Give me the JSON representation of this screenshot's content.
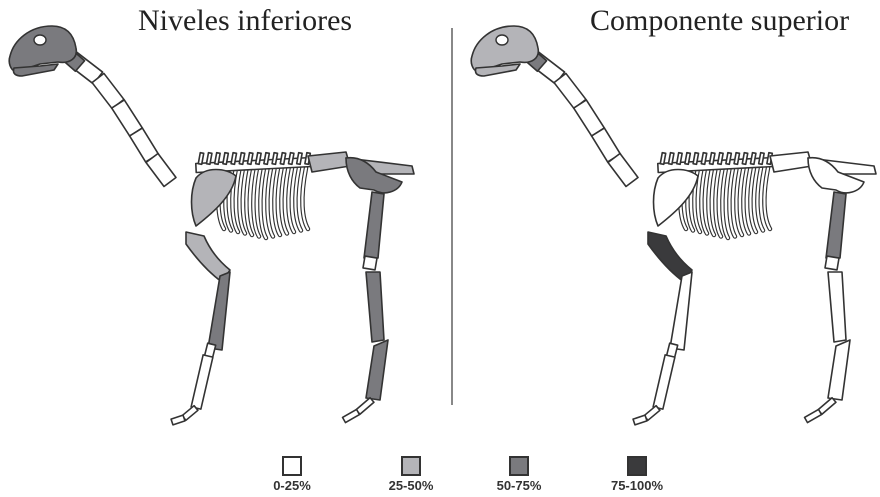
{
  "panels": [
    {
      "title": "Niveles inferiores"
    },
    {
      "title": "Componente superior"
    }
  ],
  "legend": [
    {
      "label": "0-25%",
      "color": "#ffffff"
    },
    {
      "label": "25-50%",
      "color": "#b4b4b8"
    },
    {
      "label": "50-75%",
      "color": "#7a7a7e"
    },
    {
      "label": "75-100%",
      "color": "#3a3a3c"
    }
  ],
  "shading": {
    "left": {
      "skull": "#7a7a7e",
      "atlas": "#7a7a7e",
      "scapula": "#b4b4b8",
      "humerus": "#b4b4b8",
      "radius": "#7a7a7e",
      "sacrum": "#b4b4b8",
      "pelvis": "#7a7a7e",
      "femur": "#7a7a7e",
      "tibia": "#7a7a7e",
      "hind_metatarsal": "#7a7a7e",
      "rear_vertebrae": "#b4b4b8"
    },
    "right": {
      "skull": "#b4b4b8",
      "atlas": "#7a7a7e",
      "scapula": "#ffffff",
      "humerus": "#3a3a3c",
      "radius": "#ffffff",
      "sacrum": "#ffffff",
      "pelvis": "#ffffff",
      "femur": "#7a7a7e",
      "tibia": "#ffffff",
      "hind_metatarsal": "#ffffff",
      "rear_vertebrae": "#ffffff"
    }
  }
}
